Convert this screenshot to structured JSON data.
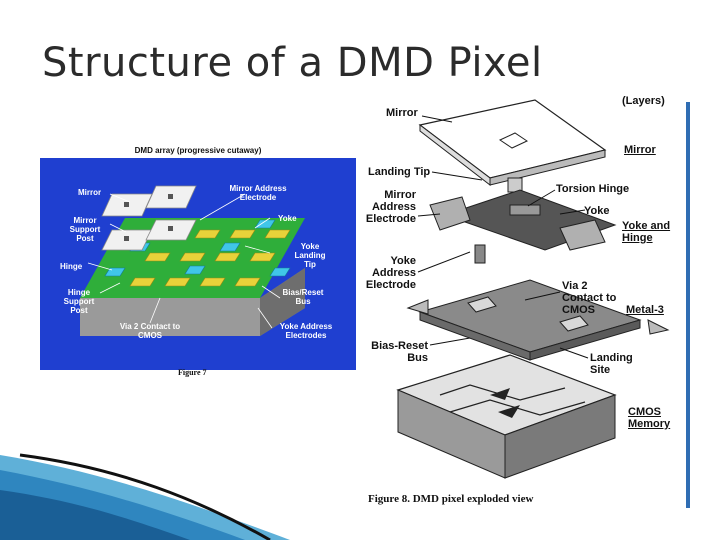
{
  "title": "Structure of a DMD Pixel",
  "figure7": {
    "top_caption": "DMD array (progressive cutaway)",
    "bottom_caption": "Figure 7",
    "labels": {
      "mirror": "Mirror",
      "mirror_support_post": "Mirror Support Post",
      "hinge": "Hinge",
      "hinge_support_post": "Hinge Support Post",
      "via2": "Via 2 Contact to CMOS",
      "mirror_address_electrode": "Mirror Address Electrode",
      "yoke": "Yoke",
      "yoke_landing_tip": "Yoke Landing Tip",
      "bias_reset_bus": "Bias/Reset Bus",
      "yoke_address_electrodes": "Yoke Address Electrodes"
    }
  },
  "figure8": {
    "labels": {
      "mirror": "Mirror",
      "landing_tip": "Landing Tip",
      "mirror_address_electrode": "Mirror Address Electrode",
      "torsion_hinge": "Torsion Hinge",
      "yoke": "Yoke",
      "yoke_address_electrode": "Yoke Address Electrode",
      "via2": "Via 2 Contact to CMOS",
      "bias_reset_bus": "Bias-Reset Bus",
      "landing_site": "Landing Site"
    },
    "layers": {
      "heading": "(Layers)",
      "mirror": "Mirror",
      "yoke_hinge": "Yoke and Hinge",
      "metal3": "Metal-3",
      "cmos": "CMOS Memory"
    },
    "caption": "Figure 8.  DMD pixel exploded view"
  },
  "colors": {
    "panel_blue": "#1f3fd0",
    "accent_bar": "#2f6db3",
    "mirror_white": "#ececec",
    "yoke_yellow": "#e8d23a",
    "cyan": "#40c6e8",
    "green": "#2fae3a"
  }
}
